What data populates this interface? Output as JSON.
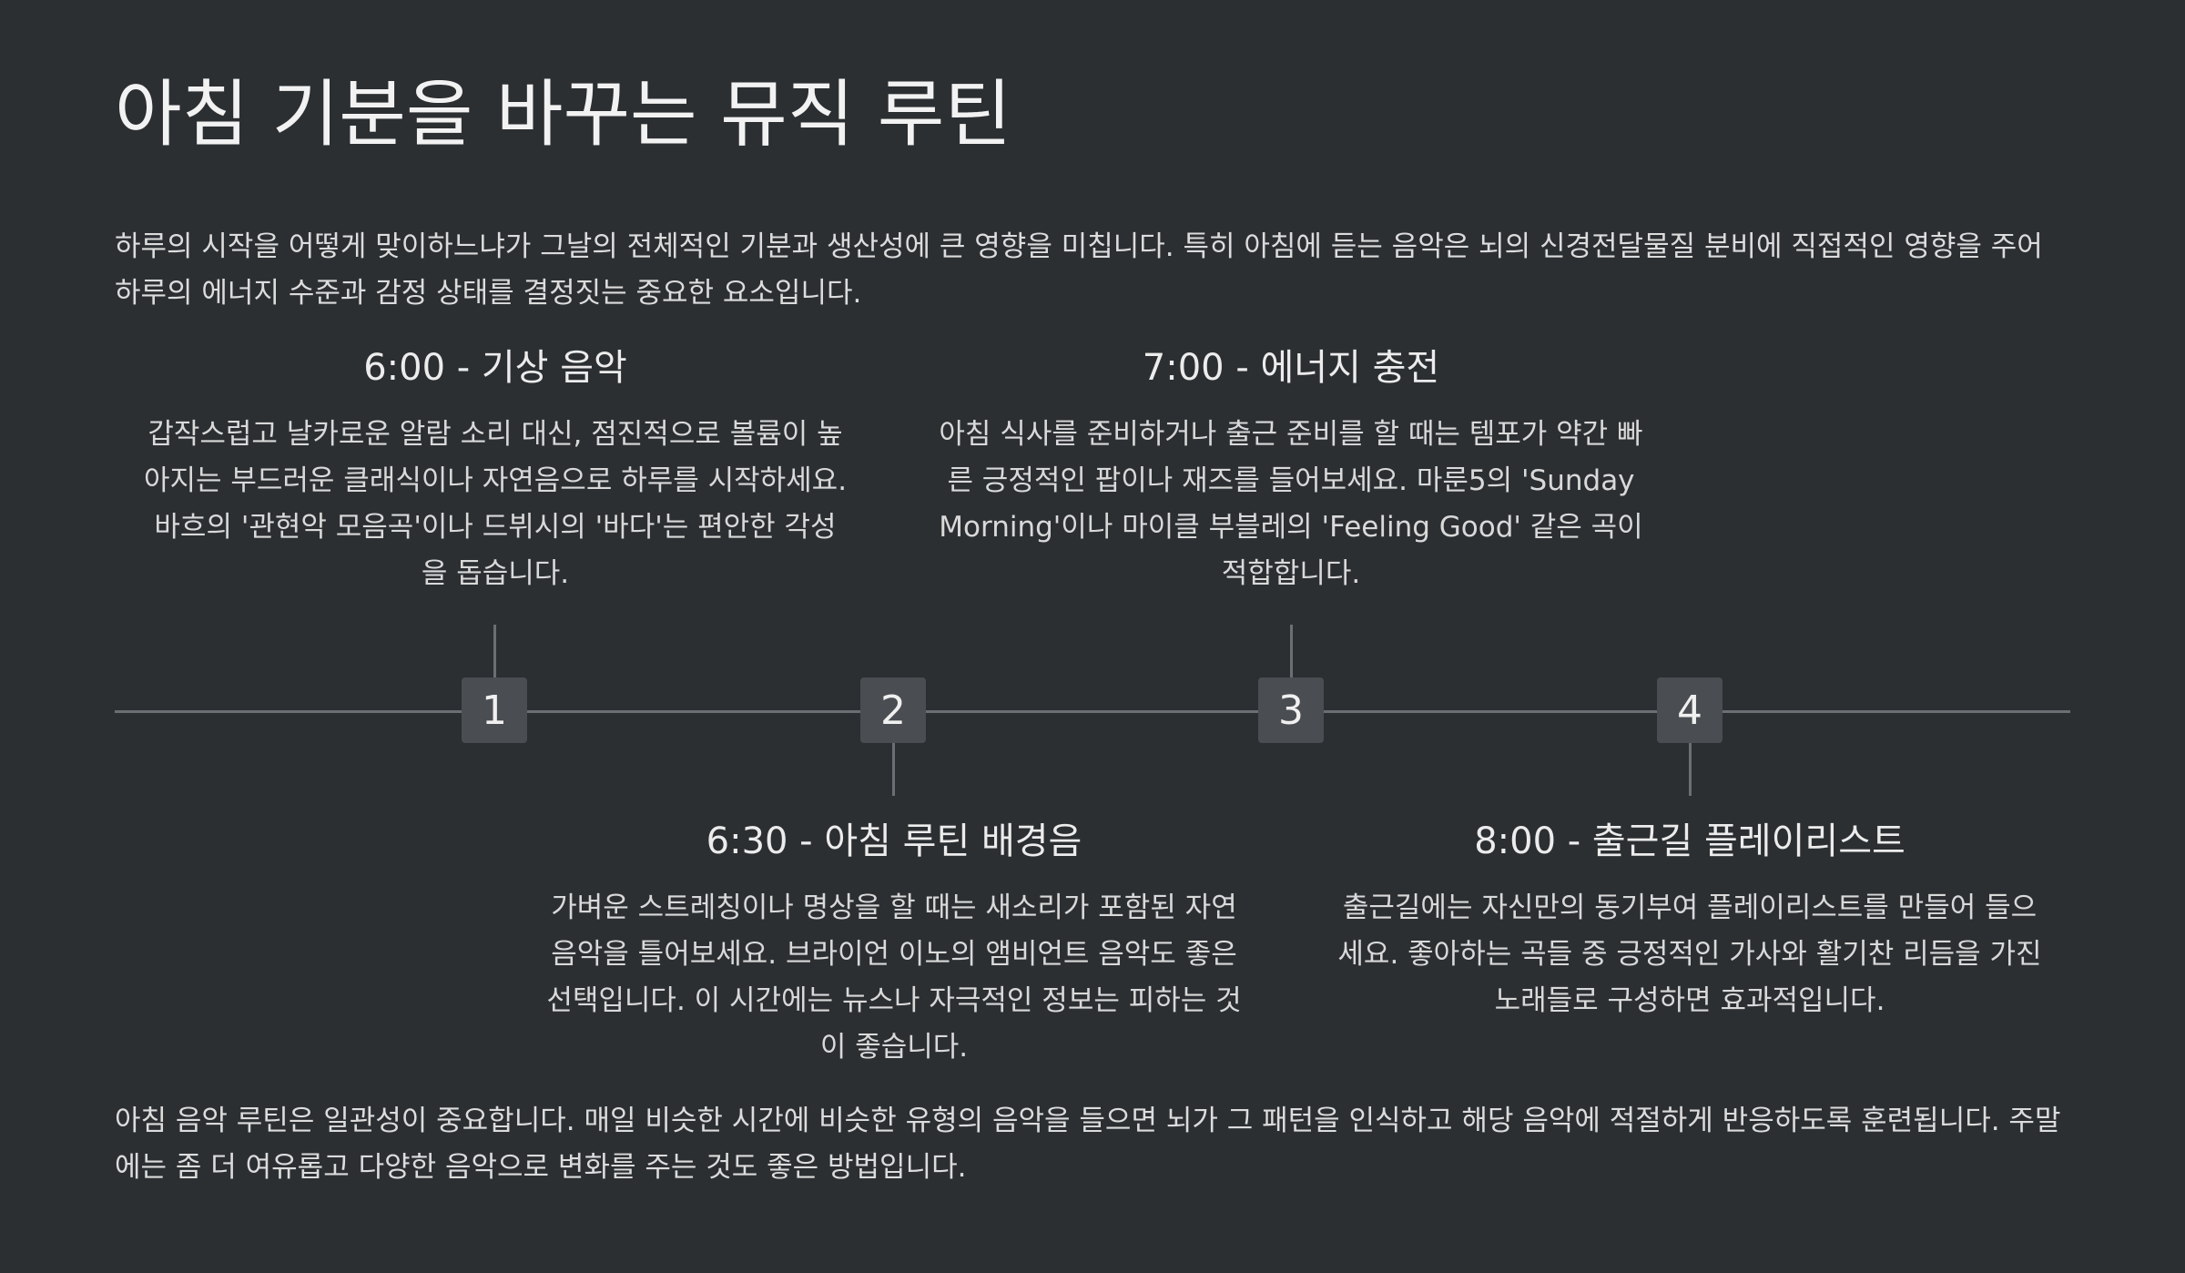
{
  "page": {
    "title": "아침 기분을 바꾸는 뮤직 루틴",
    "intro": "하루의 시작을 어떻게 맞이하느냐가 그날의 전체적인 기분과 생산성에 큰 영향을 미칩니다. 특히 아침에 듣는 음악은 뇌의 신경전달물질 분비에 직접적인 영향을 주어 하루의 에너지 수준과 감정 상태를 결정짓는 중요한 요소입니다.",
    "outro": "아침 음악 루틴은 일관성이 중요합니다. 매일 비슷한 시간에 비슷한 유형의 음악을 들으면 뇌가 그 패턴을 인식하고 해당 음악에 적절하게 반응하도록 훈련됩니다. 주말에는 좀 더 여유롭고 다양한 음악으로 변화를 주는 것도 좋은 방법입니다."
  },
  "timeline": {
    "events": [
      {
        "number": "1",
        "title": "6:00 - 기상 음악",
        "description": "갑작스럽고 날카로운 알람 소리 대신, 점진적으로 볼륨이 높아지는 부드러운 클래식이나 자연음으로 하루를 시작하세요. 바흐의 '관현악 모음곡'이나 드뷔시의 '바다'는 편안한 각성을 돕습니다."
      },
      {
        "number": "2",
        "title": "6:30 - 아침 루틴 배경음",
        "description": "가벼운 스트레칭이나 명상을 할 때는 새소리가 포함된 자연음악을 틀어보세요. 브라이언 이노의 앰비언트 음악도 좋은 선택입니다. 이 시간에는 뉴스나 자극적인 정보는 피하는 것이 좋습니다."
      },
      {
        "number": "3",
        "title": "7:00 - 에너지 충전",
        "description": "아침 식사를 준비하거나 출근 준비를 할 때는 템포가 약간 빠른 긍정적인 팝이나 재즈를 들어보세요. 마룬5의 'Sunday Morning'이나 마이클 부블레의 'Feeling Good' 같은 곡이 적합합니다."
      },
      {
        "number": "4",
        "title": "8:00 - 출근길 플레이리스트",
        "description": "출근길에는 자신만의 동기부여 플레이리스트를 만들어 들으세요. 좋아하는 곡들 중 긍정적인 가사와 활기찬 리듬을 가진 노래들로 구성하면 효과적입니다."
      }
    ]
  }
}
